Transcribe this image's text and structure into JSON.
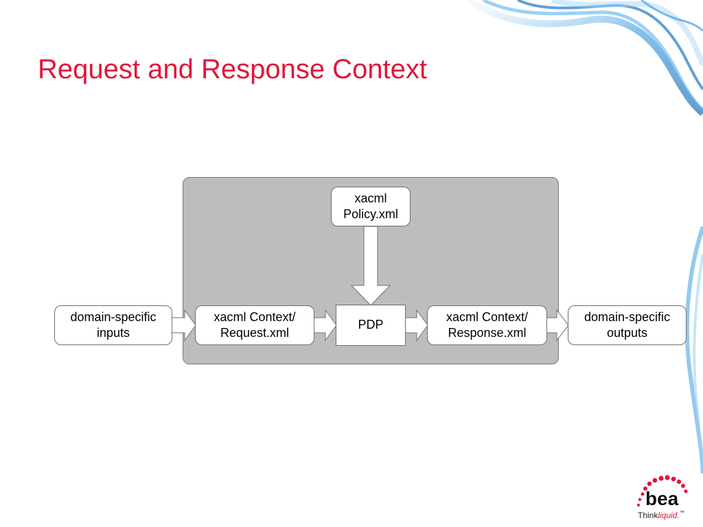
{
  "slide": {
    "title": "Request and Response Context"
  },
  "diagram": {
    "nodes": {
      "domain_inputs": "domain-specific\ninputs",
      "context_request": "xacml Context/\nRequest.xml",
      "pdp": "PDP",
      "context_response": "xacml Context/\nResponse.xml",
      "domain_outputs": "domain-specific\noutputs",
      "policy": "xacml\nPolicy.xml"
    }
  },
  "logo": {
    "wordmark": "bea",
    "tagline_think": "Think",
    "tagline_liquid": "liquid.",
    "trademark": "™"
  },
  "colors": {
    "title": "#e2163a",
    "panel": "#bdbdbd",
    "swirl": "#2a8fd6"
  }
}
